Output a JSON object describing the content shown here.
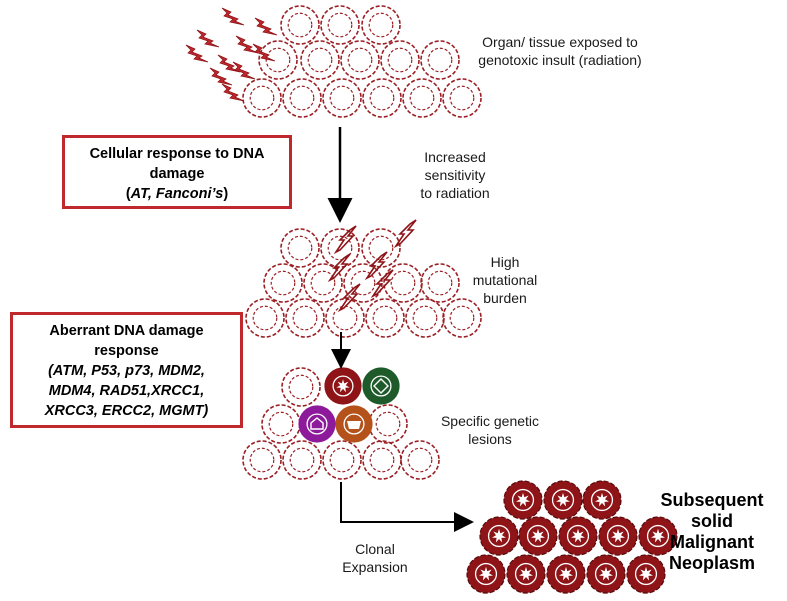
{
  "colors": {
    "cell_outline": "#9b1f24",
    "malignant_fill": "#8e1418",
    "box_border": "#c0282d",
    "lesion_red": "#8e1418",
    "lesion_green": "#1f5b2a",
    "lesion_purple": "#8c1a9a",
    "lesion_orange": "#b5521b"
  },
  "labels": {
    "exposed_line1": "Organ/ tissue exposed to",
    "exposed_line2": "genotoxic insult (radiation)",
    "sensitivity_line1": "Increased",
    "sensitivity_line2": "sensitivity",
    "sensitivity_line3": "to radiation",
    "mutational_line1": "High",
    "mutational_line2": "mutational",
    "mutational_line3": "burden",
    "lesions_line1": "Specific genetic",
    "lesions_line2": "lesions",
    "clonal_line1": "Clonal",
    "clonal_line2": "Expansion"
  },
  "box1": {
    "line1": "Cellular response to DNA",
    "line2": "damage",
    "paren_open": "(",
    "genes": "AT, Fanconi’s",
    "paren_close": ")"
  },
  "box2": {
    "line1": "Aberrant DNA damage",
    "line2": "response",
    "genes_line1": "(ATM, P53, p73, MDM2,",
    "genes_line2": "MDM4, RAD51,XRCC1,",
    "genes_line3": "XRCC3, ERCC2, MGMT)"
  },
  "outcome": {
    "line1": "Subsequent",
    "line2": "solid",
    "line3": "Malignant",
    "line4": "Neoplasm"
  },
  "icons": {
    "radiation": "lightning-bolt-icon",
    "mutation": "lightning-bolt-outline-icon",
    "lesion_cell": "mutated-cell-icon",
    "tumor_cell": "malignant-cell-icon"
  }
}
